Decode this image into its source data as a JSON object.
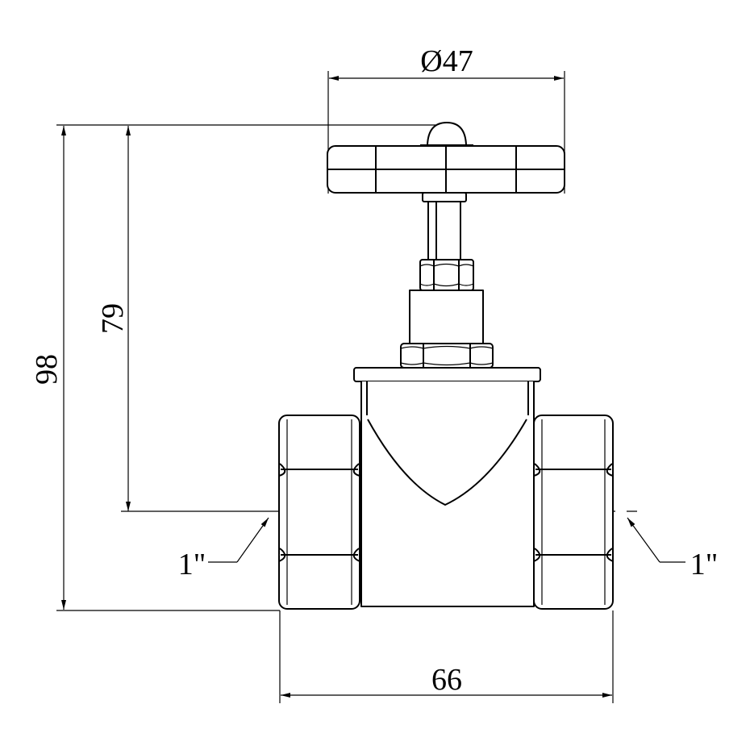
{
  "drawing": {
    "handwheel_diameter": "Ø47",
    "overall_height": "98",
    "centerline_height": "79",
    "body_length": "66",
    "thread_left": "1\"",
    "thread_right": "1\""
  },
  "colors": {
    "line": "#000000",
    "background": "#ffffff"
  }
}
